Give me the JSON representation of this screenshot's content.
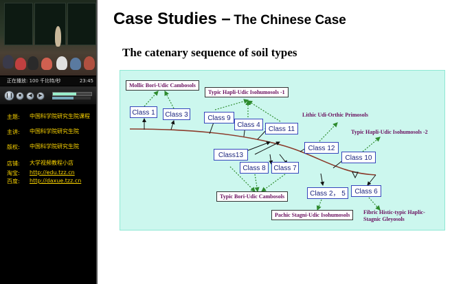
{
  "player": {
    "status_text": "正在播放: 100 千比特/秒",
    "time": "23:45"
  },
  "course_info": [
    {
      "key": "主题:",
      "value": "中国科学院研究生院课程",
      "link": false
    },
    {
      "key": "主讲:",
      "value": "中国科学院研究生院",
      "link": false
    },
    {
      "key": "版权:",
      "value": "中国科学院研究生院",
      "link": false
    },
    {
      "key": "店铺:",
      "value": "大学视频教程小店",
      "link": false
    },
    {
      "key": "淘宝:",
      "value": "http://edu.tzz.cn",
      "link": true
    },
    {
      "key": "百度:",
      "value": "http://daxue.tzz.cn",
      "link": true
    }
  ],
  "slide": {
    "title_main": "Case Studies –",
    "title_sub": "The Chinese Case",
    "subtitle": "The catenary sequence of soil types",
    "classes": {
      "c1": "Class 1",
      "c3": "Class 3",
      "c9": "Class 9",
      "c4": "Class 4",
      "c11": "Class 11",
      "c12": "Class 12",
      "c10": "Class 10",
      "c13": "Class13",
      "c8": "Class 8",
      "c7": "Class 7",
      "c25": "Class 2， 5",
      "c6": "Class 6"
    },
    "labels": {
      "mollic": "Mollic Bori-Udic Cambosols",
      "typic_hapli1": "Typic Hapli-Udic Isohumosols -1",
      "lithic": "Lithic Udi-Orthic Primosols",
      "typic_hapli2": "Typic Hapli-Udic Isohumosols -2",
      "typic_bori": "Typic Bori-Udic Cambosols",
      "pachic": "Pachic Stagni-Udic Isohumosols",
      "fibric_line1": "Fibric Histic-typic Haplic-",
      "fibric_line2": "Stagnic Gleyosols"
    }
  },
  "colors": {
    "diagram_bg": "#ccf7ee",
    "class_border": "#3344bb",
    "label_text": "#6a0f5e",
    "slope_line": "#8b3a2a",
    "dotted_arrow": "#2e8b2e",
    "info_text": "#ffd700"
  }
}
